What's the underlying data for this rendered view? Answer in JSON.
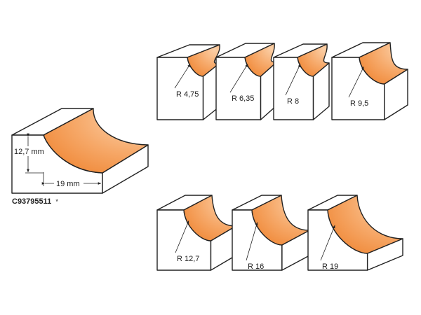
{
  "colors": {
    "profile_orange": "#f08a3a",
    "profile_light": "#fbd0a8",
    "outline": "#222222",
    "background": "#ffffff"
  },
  "main_profile": {
    "height_label": "12,7 mm",
    "width_label": "19 mm",
    "product_code": "C93795511",
    "code_mark": "*"
  },
  "radius_labels": [
    "R 4,75",
    "R 6,35",
    "R 8",
    "R 9,5",
    "R 12,7",
    "R 16",
    "R 19"
  ]
}
